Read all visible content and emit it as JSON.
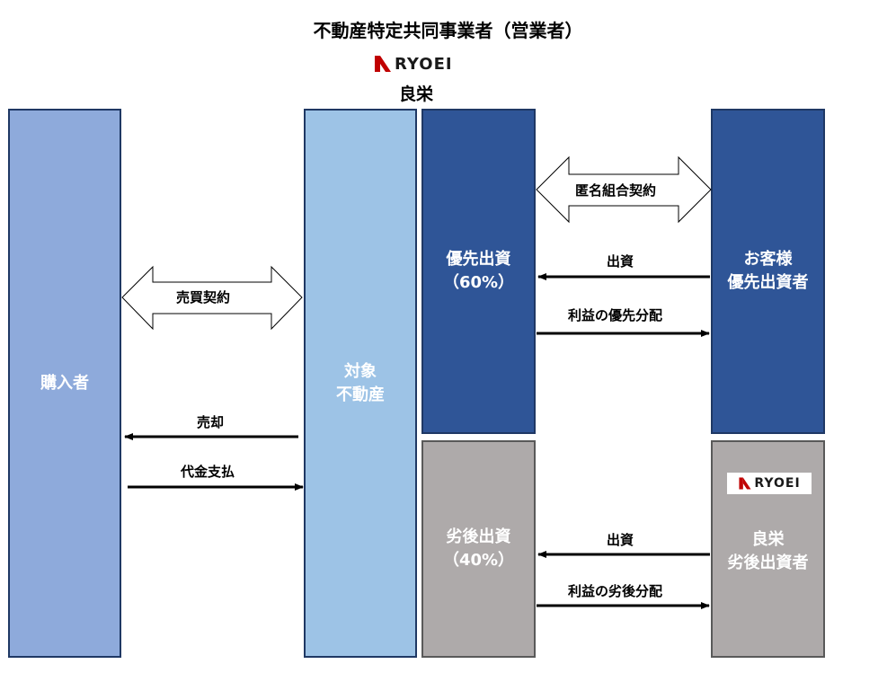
{
  "title": "不動産特定共同事業者（営業者）",
  "operator": {
    "logo_text": "RYOEI",
    "name": "良栄"
  },
  "boxes": {
    "buyer": "購入者",
    "property": "対象\n不動産",
    "senior": "優先出資\n（60%）",
    "junior": "劣後出資\n（40%）",
    "customer": "お客様\n優先出資者",
    "ryoei_investor": "良栄\n劣後出資者"
  },
  "ryoei_logo_text": "RYOEI",
  "arrows": {
    "sales_contract": "売買契約",
    "sale": "売却",
    "payment": "代金支払",
    "tokumei": "匿名組合契約",
    "invest_senior": "出資",
    "profit_senior": "利益の優先分配",
    "invest_junior": "出資",
    "profit_junior": "利益の劣後分配"
  },
  "colors": {
    "buyer": "#8eaadb",
    "property": "#9dc3e6",
    "senior": "#2f5597",
    "junior": "#aeaaaa",
    "logo_red": "#c00000"
  }
}
